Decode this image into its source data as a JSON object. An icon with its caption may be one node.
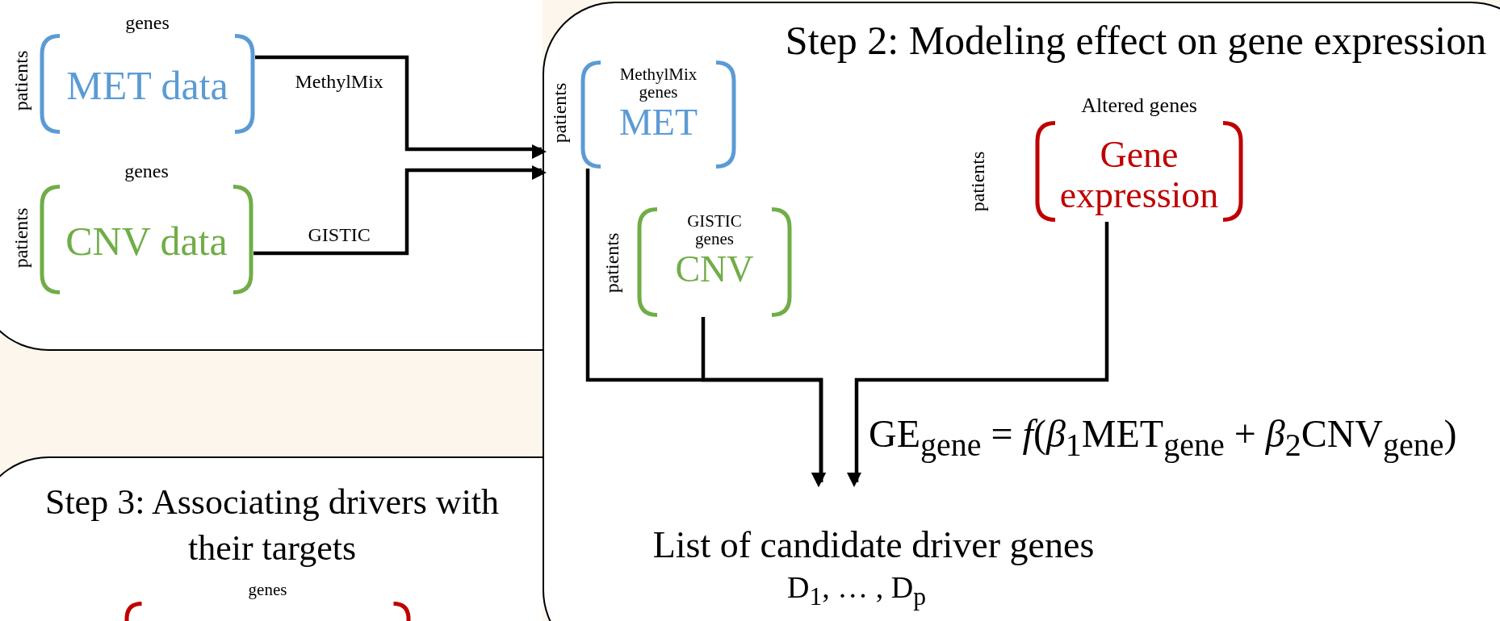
{
  "diagram": {
    "nodes": [
      {
        "text": [],
        "shape": "box"
      },
      {
        "text": [
          "genes",
          "MET data"
        ],
        "beside": [
          "patients"
        ],
        "in": 0
      },
      {
        "text": [
          "genes",
          "CNV data"
        ],
        "beside": [
          "patients"
        ],
        "in": 0
      },
      {
        "text": [
          "Step 2: Modeling effect on gene expression"
        ]
      },
      {
        "text": [
          "MethylMix genes",
          "MET"
        ],
        "beside": [
          "patients"
        ],
        "in": 3
      },
      {
        "text": [
          "GISTIC genes",
          "CNV"
        ],
        "beside": [
          "patients"
        ],
        "in": 3
      },
      {
        "text": [
          "Altered genes",
          "Gene expression"
        ],
        "beside": [
          "patients"
        ],
        "in": 3
      },
      {
        "text": [
          "List of candidate driver genes"
        ],
        "in": 3
      },
      {
        "text": [
          "Step 3: Associating drivers with their targets"
        ]
      },
      {
        "text": [
          "genes"
        ],
        "in": 8
      }
    ],
    "edges": [
      {
        "from": 1,
        "to": 3,
        "arrow": "to",
        "label": "MethylMix"
      },
      {
        "from": 2,
        "to": 3,
        "arrow": "to",
        "label": "GISTIC"
      },
      {
        "from": 4,
        "to": 7,
        "arrow": "to"
      },
      {
        "from": 5,
        "to": 7,
        "arrow": "to"
      },
      {
        "from": 6,
        "to": 7,
        "arrow": "to"
      }
    ],
    "labels": [
      "GE$_{gene}$ = *f*(*β*$_{1}$MET$_{gene}$ + *β*$_{2}$CNV$_{gene}$)",
      "D$_{1}$, … , D$_{p}$"
    ]
  }
}
